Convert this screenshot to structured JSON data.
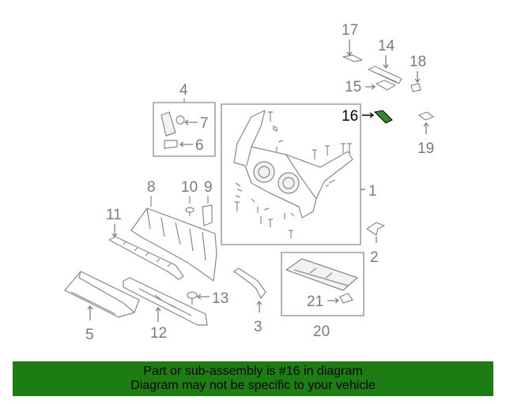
{
  "diagram": {
    "labels": {
      "p1": "1",
      "p2": "2",
      "p3": "3",
      "p4": "4",
      "p5": "5",
      "p6": "6",
      "p7": "7",
      "p8": "8",
      "p9": "9",
      "p10": "10",
      "p11": "11",
      "p12": "12",
      "p13": "13",
      "p14": "14",
      "p15": "15",
      "p16": "16",
      "p17": "17",
      "p18": "18",
      "p19": "19",
      "p20": "20",
      "p21": "21"
    },
    "highlighted_part": "16",
    "highlight_color": "#2e8b2e"
  },
  "banner": {
    "line1": "Part or sub-assembly is #16 in diagram",
    "line2": "Diagram may not be specific to your vehicle",
    "background": "#1e7d12"
  }
}
